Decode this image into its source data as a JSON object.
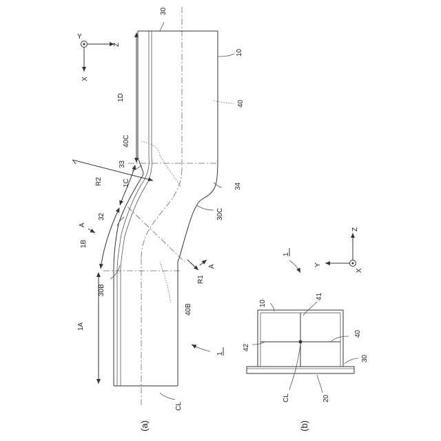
{
  "figure_a": {
    "caption": "(a)",
    "labels": {
      "l30": "30",
      "l10": "10",
      "l40": "40",
      "l1D": "1D",
      "l40C": "40C",
      "l33": "33",
      "l1C": "1C",
      "lR2": "R2",
      "l32": "32",
      "lA_top": "A",
      "l1B": "1B",
      "l34": "34",
      "l30C": "30C",
      "l30B": "30B",
      "lR1": "R1",
      "lA_bot": "A",
      "l40B": "40B",
      "l1A": "1A",
      "l1": "1",
      "lCL": "CL"
    },
    "axes": {
      "y": "Y",
      "z": "Z",
      "x": "X"
    }
  },
  "figure_b": {
    "caption": "(b)",
    "labels": {
      "l1": "1",
      "l10": "10",
      "l41": "41",
      "l40": "40",
      "l42": "42",
      "l30": "30",
      "lCL": "CL",
      "l20": "20"
    },
    "axes": {
      "z": "Z",
      "y": "Y",
      "x": "X"
    }
  },
  "colors": {
    "line": "#333333",
    "background": "#ffffff"
  }
}
